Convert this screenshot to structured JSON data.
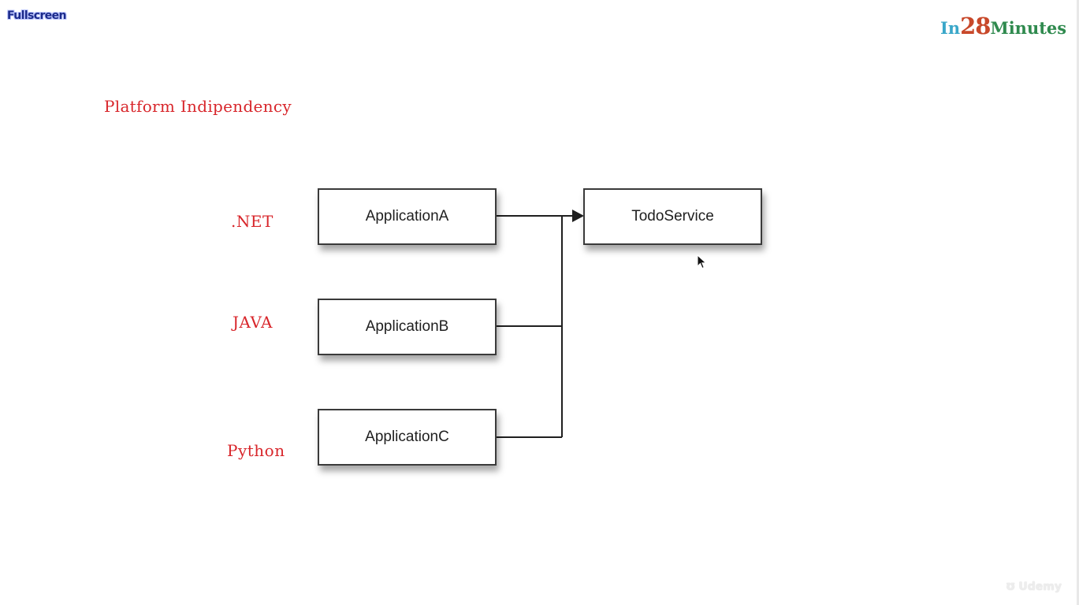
{
  "toolbar": {
    "fullscreen_label": "Fullscreen"
  },
  "logo": {
    "part_in": "In",
    "part_number": "28",
    "part_minutes": "Minutes"
  },
  "slide": {
    "title": "Platform Indipendency",
    "platforms": [
      ".NET",
      "JAVA",
      "Python"
    ],
    "applications": [
      "ApplicationA",
      "ApplicationB",
      "ApplicationC"
    ],
    "service": "TodoService"
  },
  "watermark": {
    "text": "Udemy",
    "icon": "udemy-logo-icon"
  },
  "colors": {
    "accent_red": "#d8262b",
    "line": "#1f1f1f",
    "logo_in": "#3aa7c9",
    "logo_number": "#c8482a",
    "logo_minutes": "#2f8a4e"
  },
  "icons": {
    "cursor": "mouse-pointer-icon",
    "arrowhead": "arrowhead-icon"
  }
}
